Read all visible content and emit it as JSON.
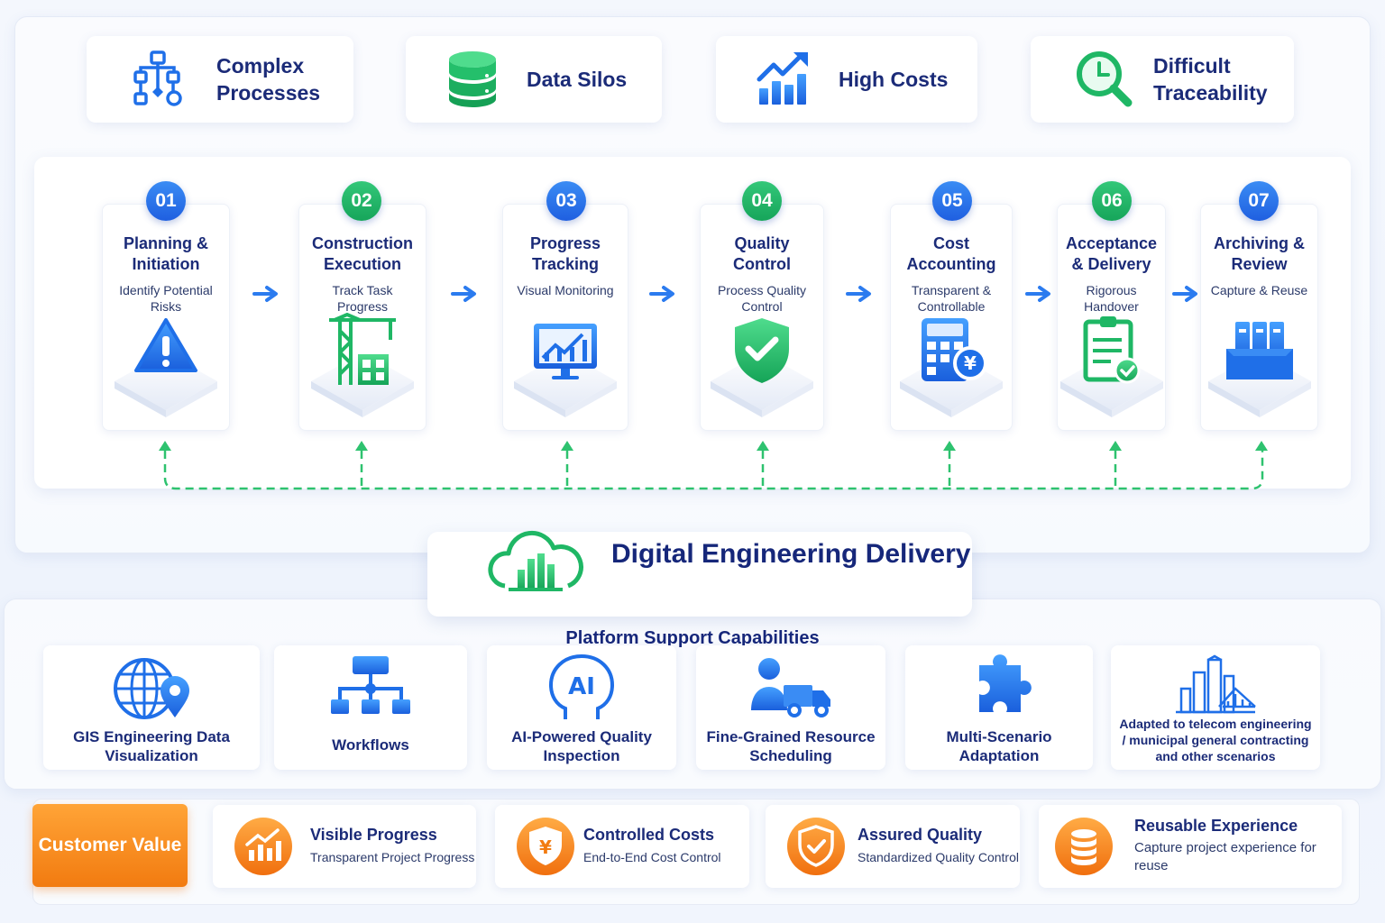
{
  "pain_points": [
    {
      "label": "Complex Processes",
      "icon": "flowchart-icon"
    },
    {
      "label": "Data Silos",
      "icon": "database-icon"
    },
    {
      "label": "High Costs",
      "icon": "rising-chart-icon"
    },
    {
      "label": "Difficult Traceability",
      "icon": "clock-search-icon"
    }
  ],
  "steps": [
    {
      "num": "01",
      "title": "Planning & Initiation",
      "desc": "Identify Potential Risks",
      "icon": "warning-icon"
    },
    {
      "num": "02",
      "title": "Construction Execution",
      "desc": "Track Task Progress",
      "icon": "tower-crane-icon"
    },
    {
      "num": "03",
      "title": "Progress Tracking",
      "desc": "Visual Monitoring",
      "icon": "monitor-chart-icon"
    },
    {
      "num": "04",
      "title": "Quality Control",
      "desc": "Process Quality Control",
      "icon": "shield-check-icon"
    },
    {
      "num": "05",
      "title": "Cost Accounting",
      "desc": "Transparent & Controllable",
      "icon": "calculator-yen-icon"
    },
    {
      "num": "06",
      "title": "Acceptance & Delivery",
      "desc": "Rigorous Handover",
      "icon": "clipboard-check-icon"
    },
    {
      "num": "07",
      "title": "Archiving & Review",
      "desc": "Capture & Reuse",
      "icon": "archive-binders-icon"
    }
  ],
  "delivery": {
    "title": "Digital Engineering Delivery",
    "icon": "cloud-city-icon"
  },
  "platform": {
    "title": "Platform Support Capabilities",
    "items": [
      {
        "label": "GIS Engineering Data Visualization",
        "icon": "globe-pin-icon"
      },
      {
        "label": "Workflows",
        "icon": "workflow-tree-icon"
      },
      {
        "label": "AI-Powered Quality Inspection",
        "icon": "ai-head-icon"
      },
      {
        "label": "Fine-Grained Resource Scheduling",
        "icon": "person-truck-icon"
      },
      {
        "label": "Multi-Scenario Adaptation",
        "icon": "puzzle-icon"
      },
      {
        "label": "Adapted to telecom engineering / municipal general contracting and other scenarios",
        "icon": "city-bridge-icon"
      }
    ]
  },
  "customer_value": {
    "badge": "Customer Value",
    "items": [
      {
        "title": "Visible Progress",
        "sub": "Transparent Project Progress",
        "icon": "progress-chart-icon"
      },
      {
        "title": "Controlled Costs",
        "sub": "End-to-End Cost Control",
        "icon": "yen-shield-icon"
      },
      {
        "title": "Assured Quality",
        "sub": "Standardized Quality Control",
        "icon": "check-shield-icon"
      },
      {
        "title": "Reusable Experience",
        "sub": "Capture project experience for reuse",
        "icon": "stacked-database-icon"
      }
    ]
  },
  "colors": {
    "navy": "#1b2b78",
    "blue": "#1f6fe8",
    "green": "#1fb765",
    "orange": "#f5841a"
  }
}
